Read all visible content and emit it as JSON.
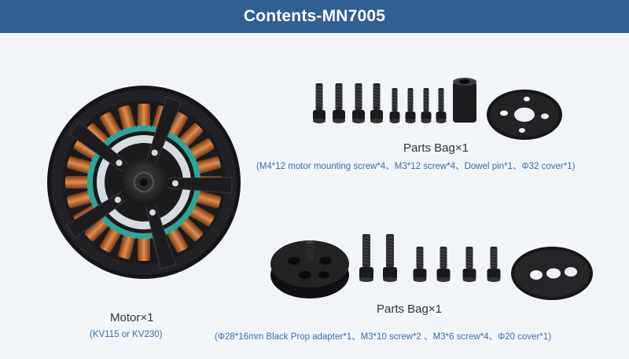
{
  "header": {
    "title": "Contents-MN7005"
  },
  "motor": {
    "label": "Motor×1",
    "detail": "(KV115 or KV230)"
  },
  "parts_bag_1": {
    "label": "Parts Bag×1",
    "detail": "(M4*12 motor mounting screw*4、M3*12 screw*4、Dowel pin*1、Φ32 cover*1)"
  },
  "parts_bag_2": {
    "label": "Parts Bag×1",
    "detail": "(Φ28*16mm Black Prop adapter*1、M3*10 screw*2 、M3*6 screw*4、Φ20 cover*1)"
  },
  "colors": {
    "header": "#2f5f93",
    "label": "#333333",
    "detail": "#3a6fa6",
    "copper": "#c4733a",
    "teal": "#2ea59a"
  }
}
